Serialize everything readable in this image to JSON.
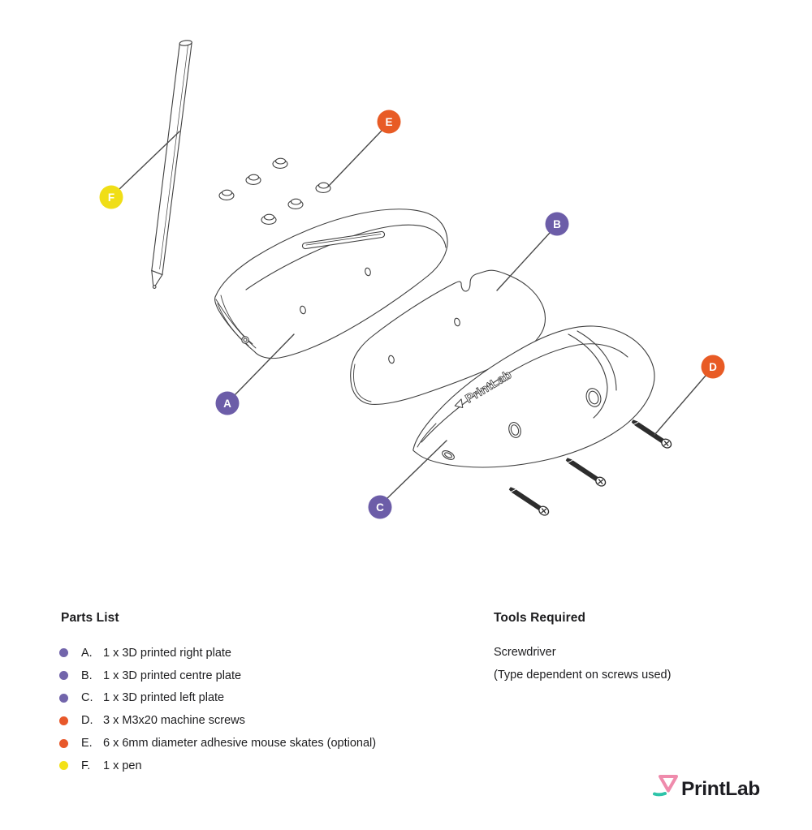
{
  "diagram": {
    "title_hint": "Exploded assembly of 3D printed pen mouse",
    "embossed_text": "PrintLab",
    "labels": [
      {
        "letter": "A",
        "color": "#6c5da8"
      },
      {
        "letter": "B",
        "color": "#6c5da8"
      },
      {
        "letter": "C",
        "color": "#6c5da8"
      },
      {
        "letter": "D",
        "color": "#e85b25"
      },
      {
        "letter": "E",
        "color": "#e85b25"
      },
      {
        "letter": "F",
        "color": "#f0de17"
      }
    ]
  },
  "parts_list": {
    "title": "Parts List",
    "items": [
      {
        "letter": "A.",
        "text": "1 x 3D printed right plate",
        "color": "#7265ab"
      },
      {
        "letter": "B.",
        "text": "1 x 3D printed centre plate",
        "color": "#7265ab"
      },
      {
        "letter": "C.",
        "text": "1 x 3D printed left plate",
        "color": "#7265ab"
      },
      {
        "letter": "D.",
        "text": "3 x M3x20 machine screws",
        "color": "#e8582a"
      },
      {
        "letter": "E.",
        "text": "6 x 6mm diameter adhesive mouse skates (optional)",
        "color": "#e8582a"
      },
      {
        "letter": "F.",
        "text": "1 x pen",
        "color": "#f3e118"
      }
    ]
  },
  "tools": {
    "title": "Tools Required",
    "lines": [
      "Screwdriver",
      "(Type dependent on screws used)"
    ]
  },
  "logo": {
    "text": "PrintLab",
    "triangle_color": "#ef8bac",
    "dash_color": "#2ec4a9",
    "text_color": "#1d1d22"
  }
}
